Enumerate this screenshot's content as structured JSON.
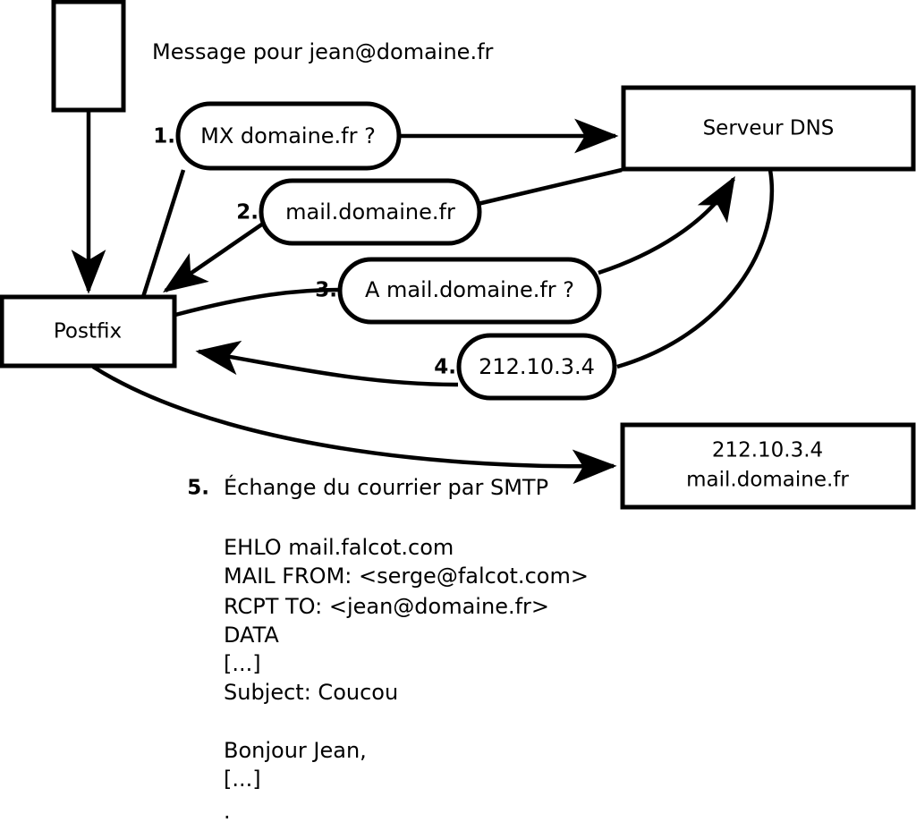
{
  "diagram": {
    "caption": "Message pour jean@domaine.fr",
    "nodes": {
      "client": {
        "label": ""
      },
      "postfix": {
        "label": "Postfix"
      },
      "dns": {
        "label": "Serveur DNS"
      },
      "mailserver": {
        "line1": "212.10.3.4",
        "line2": "mail.domaine.fr"
      }
    },
    "steps": [
      {
        "num": "1.",
        "label": "MX domaine.fr ?"
      },
      {
        "num": "2.",
        "label": "mail.domaine.fr"
      },
      {
        "num": "3.",
        "label": "A mail.domaine.fr ?"
      },
      {
        "num": "4.",
        "label": "212.10.3.4"
      }
    ],
    "step5": {
      "num": "5.",
      "label": "Échange du courrier par SMTP"
    },
    "smtp_transcript": [
      "EHLO mail.falcot.com",
      "MAIL FROM: <serge@falcot.com>",
      "RCPT TO: <jean@domaine.fr>",
      "DATA",
      "[...]",
      "Subject: Coucou",
      "",
      "Bonjour Jean,",
      "[...]",
      "",
      "."
    ],
    "colors": {
      "stroke": "#000000",
      "fill": "#ffffff",
      "text": "#000000"
    }
  }
}
